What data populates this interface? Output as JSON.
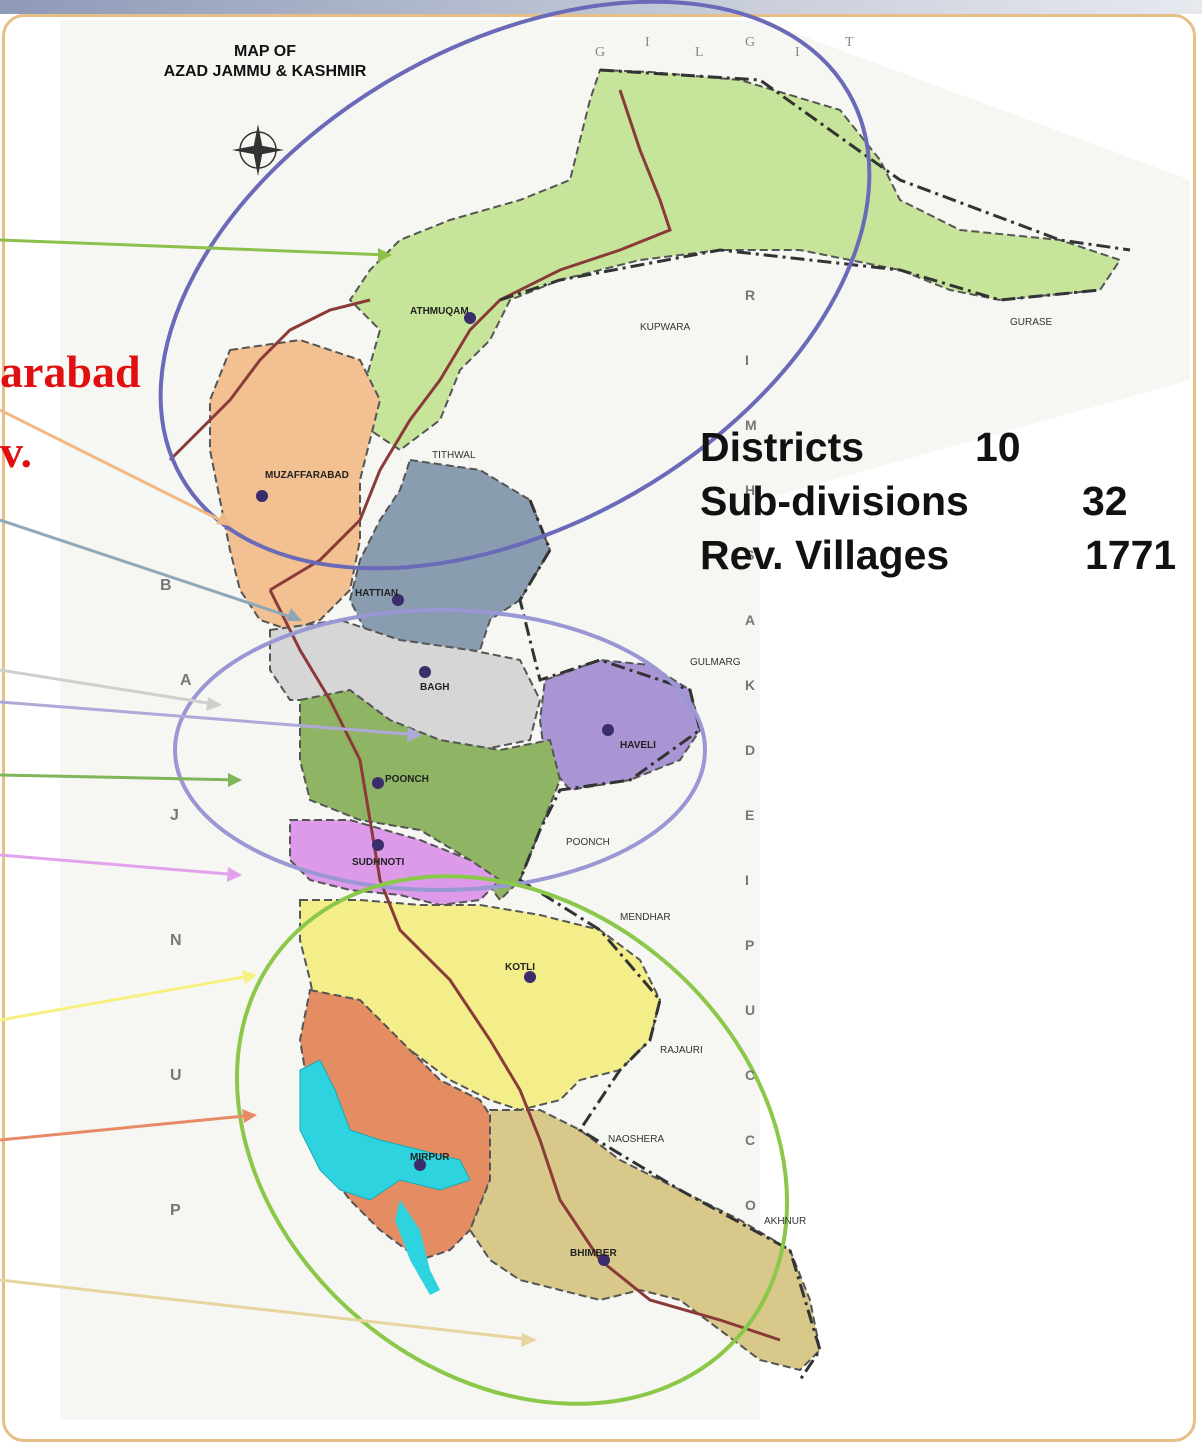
{
  "map": {
    "title_line1": "MAP OF",
    "title_line2": "AZAD JAMMU & KASHMIR",
    "red_label_line1": "arabad",
    "red_label_line2": "v.",
    "stats": [
      {
        "label": "Districts",
        "value": "10"
      },
      {
        "label": "Sub-divisions",
        "value": "32"
      },
      {
        "label": "Rev. Villages",
        "value": "1771"
      }
    ],
    "district_labels": {
      "athmuqam": "ATHMUQAM",
      "muzaffarabad": "MUZAFFARABAD",
      "hattian": "HATTIAN",
      "bagh": "BAGH",
      "haveli": "HAVELI",
      "poonch": "POONCH",
      "sudhnoti": "SUDHNOTI",
      "kotli": "KOTLI",
      "mirpur": "MIRPUR",
      "bhimber": "BHIMBER"
    },
    "border_labels": {
      "tithwal": "TITHWAL",
      "kupwara": "KUPWARA",
      "gurase": "GURASE",
      "gulmarg": "GULMARG",
      "poonch_east": "POONCH",
      "mendhar": "MENDHAR",
      "rajauri": "RAJAURI",
      "naoshera": "NAOSHERA",
      "akhnur": "AKHNUR"
    },
    "side_letters_left": [
      "P",
      "U",
      "N",
      "J",
      "A",
      "B"
    ],
    "side_letters_right": [
      "O",
      "C",
      "C",
      "U",
      "P",
      "I",
      "E",
      "D",
      "K",
      "A",
      "S",
      "H",
      "M",
      "I",
      "R"
    ],
    "top_letters": [
      "G",
      "I",
      "L",
      "G",
      "I",
      "T"
    ],
    "colors": {
      "neelum": "#c7e59a",
      "muzaffarabad": "#f2c091",
      "hattian": "#8a9cb0",
      "bagh": "#d6d6d6",
      "haveli": "#a994d4",
      "poonch": "#8fb463",
      "sudhnoti": "#dd9ae9",
      "kotli": "#f3ee8a",
      "mirpur": "#e48d62",
      "bhimber": "#d8c98a",
      "lake": "#2ed3e0",
      "ellipse_north": "#6a6ab8",
      "ellipse_middle": "#9a98d4",
      "ellipse_south": "#8bc84a",
      "red_text": "#e01010"
    }
  }
}
